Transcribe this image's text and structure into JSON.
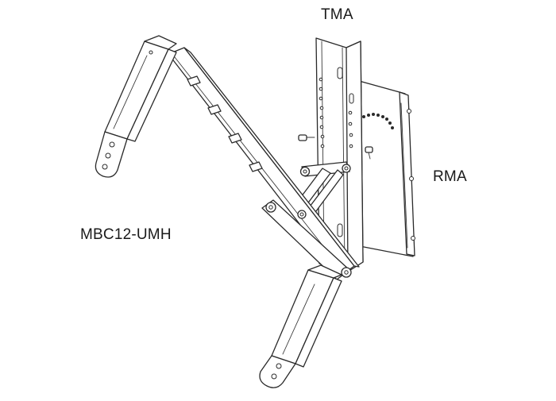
{
  "labels": {
    "tma": "TMA",
    "rma": "RMA",
    "mbc": "MBC12-UMH"
  },
  "colors": {
    "line": "#2a2a2a",
    "background": "#ffffff",
    "text": "#1a1a1a"
  }
}
